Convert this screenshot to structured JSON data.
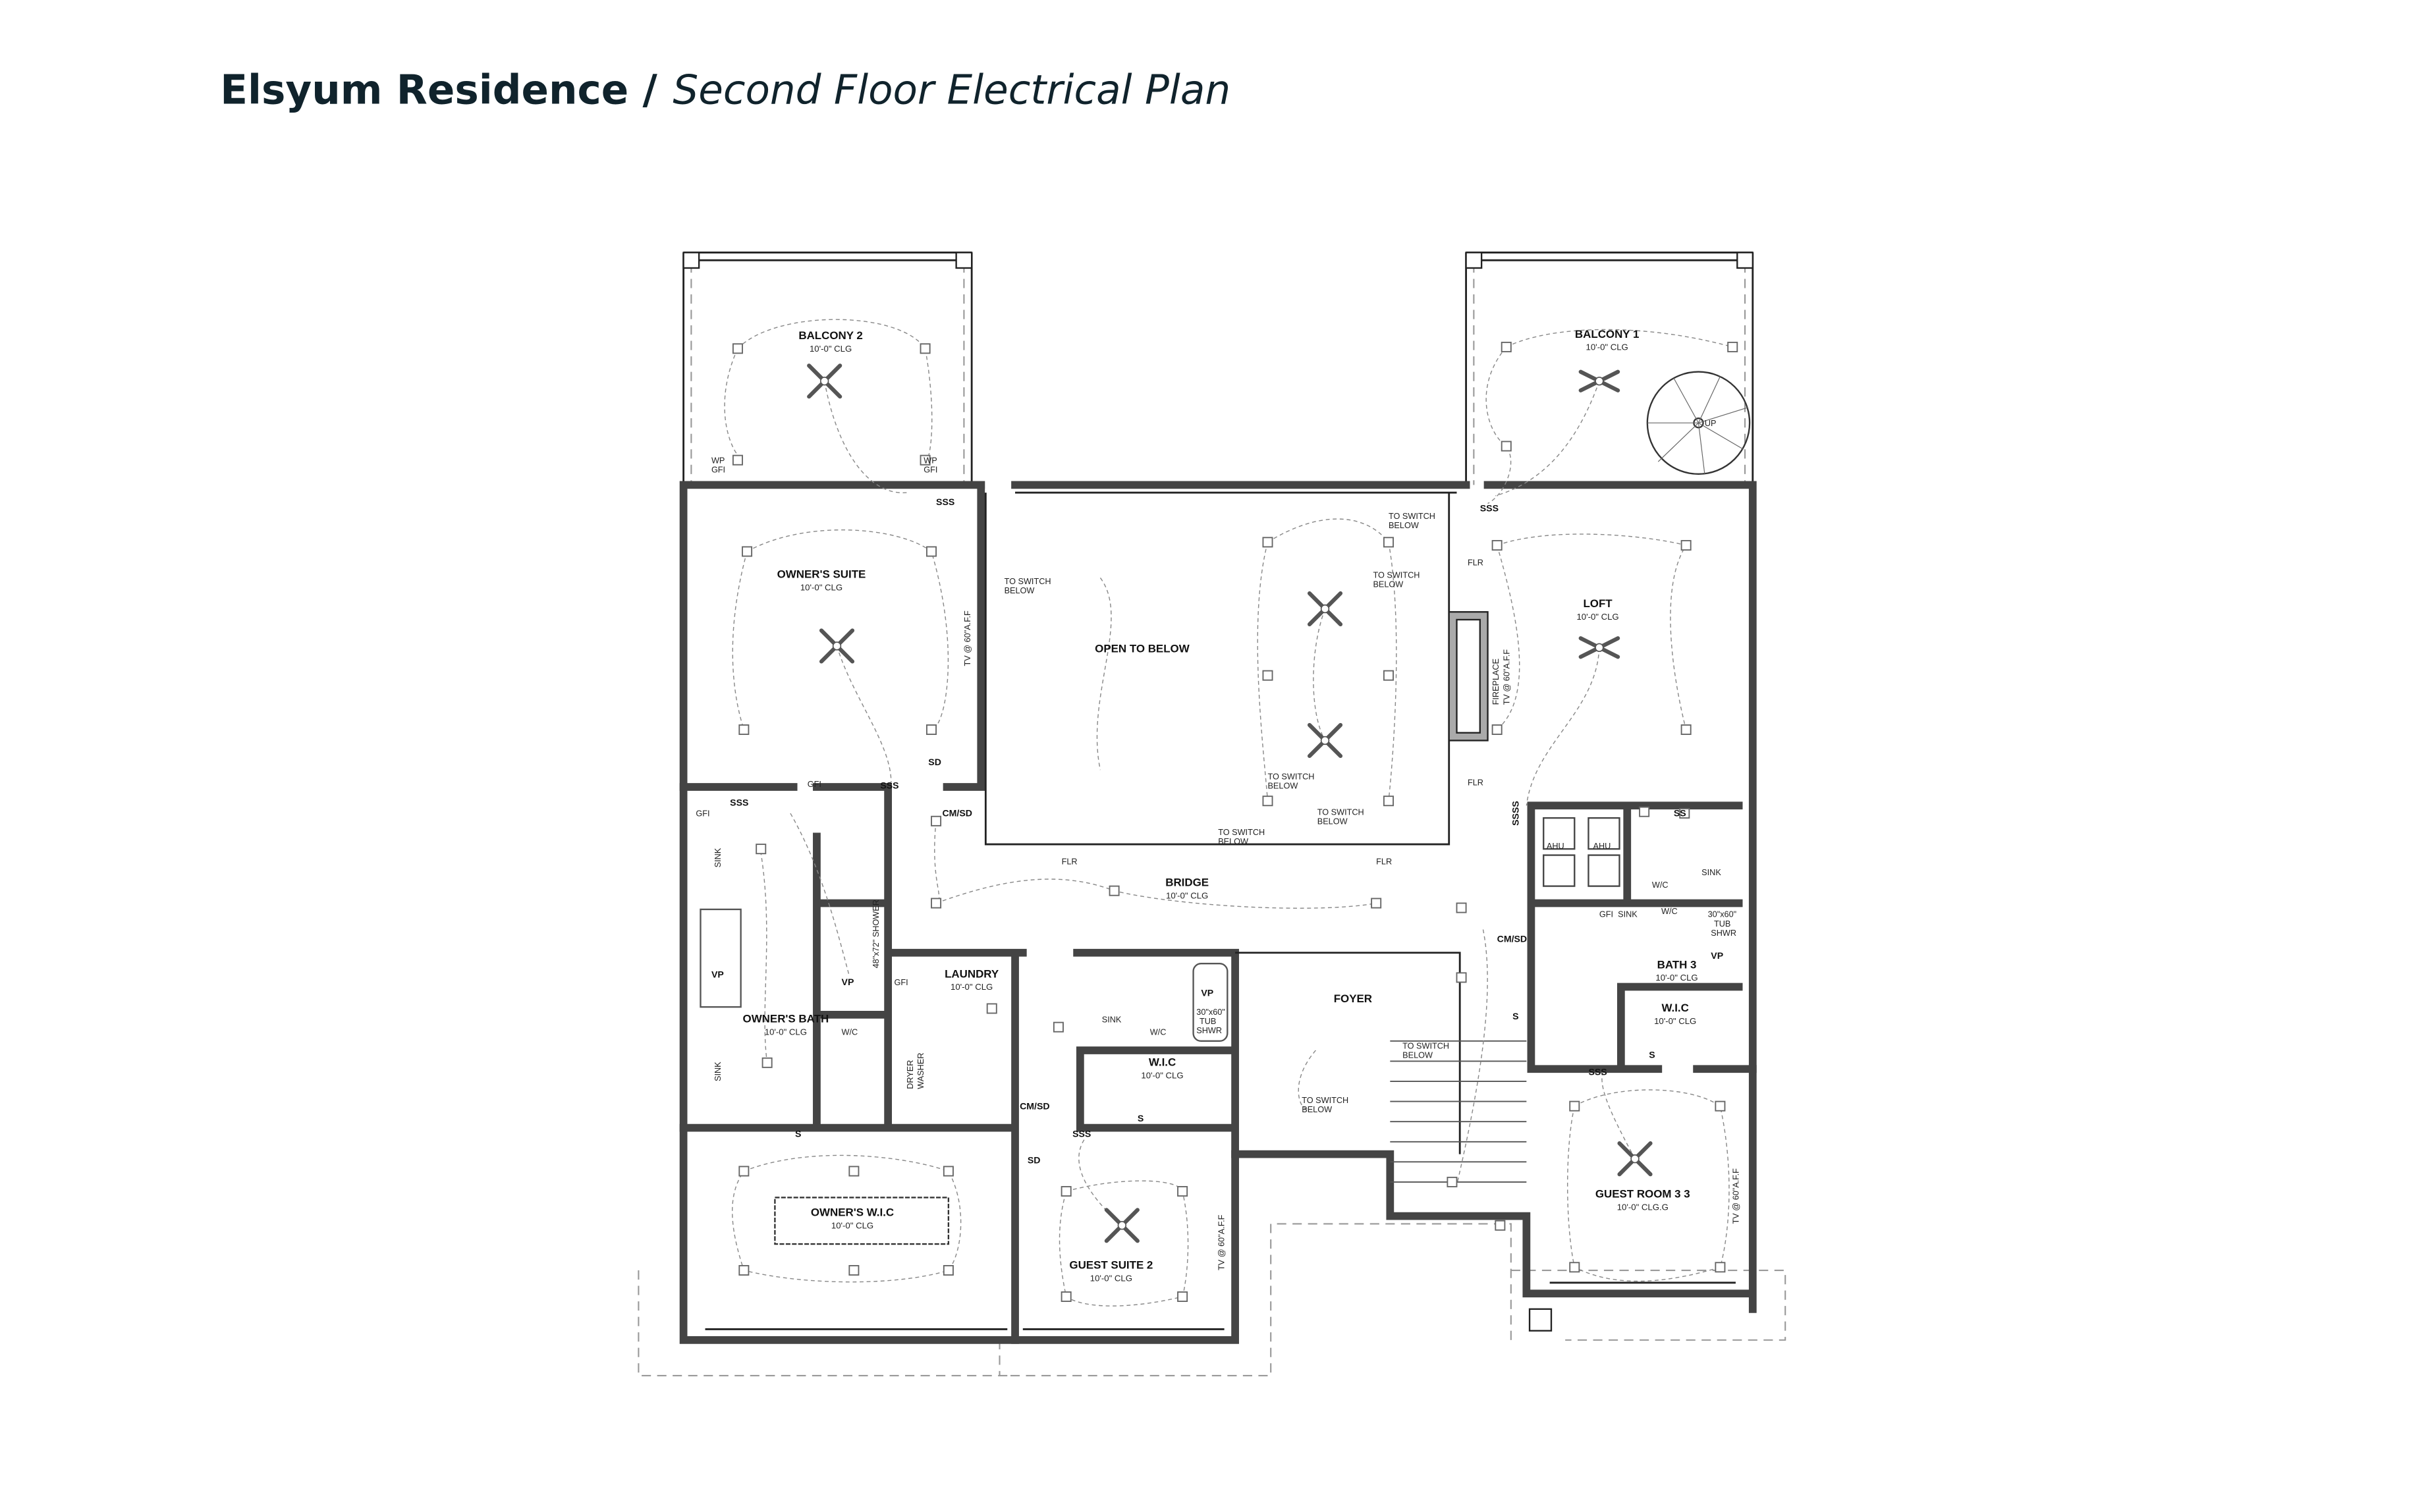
{
  "title": {
    "project": "Elsyum Residence /",
    "subtitle": "Second Floor Electrical Plan"
  },
  "rooms": {
    "balcony2": {
      "name": "BALCONY 2",
      "clg": "10'-0\" CLG"
    },
    "balcony1": {
      "name": "BALCONY  1",
      "clg": "10'-0\" CLG"
    },
    "owners_suite": {
      "name": "OWNER'S SUITE",
      "clg": "10'-0\" CLG"
    },
    "open_to_below": {
      "name": "OPEN TO BELOW"
    },
    "loft": {
      "name": "LOFT",
      "clg": "10'-0\" CLG"
    },
    "bridge": {
      "name": "BRIDGE",
      "clg": "10'-0\" CLG"
    },
    "owners_bath": {
      "name": "OWNER'S BATH",
      "clg": "10'-0\" CLG"
    },
    "laundry": {
      "name": "LAUNDRY",
      "clg": "10'-0\" CLG"
    },
    "foyer": {
      "name": "FOYER"
    },
    "bath3": {
      "name": "BATH 3",
      "clg": "10'-0\" CLG"
    },
    "wic_right": {
      "name": "W.I.C",
      "clg": "10'-0\" CLG"
    },
    "wic_mid": {
      "name": "W.I.C",
      "clg": "10'-0\" CLG"
    },
    "owners_wic": {
      "name": "OWNER'S W.I.C",
      "clg": "10'-0\" CLG"
    },
    "guest_suite2": {
      "name": "GUEST SUITE 2",
      "clg": "10'-0\" CLG"
    },
    "guest_room3": {
      "name": "GUEST ROOM 3 3",
      "clg": "10'-0\" CLG.G"
    }
  },
  "notes": {
    "to_switch": "TO SWITCH",
    "below": "BELOW",
    "flr": "FLR",
    "sss": "SSS",
    "ssss": "SSSS",
    "ss": "SS",
    "s": "S",
    "gfi": "GFI",
    "wp": "WP",
    "sd": "SD",
    "cmsd": "CM/SD",
    "vp": "VP",
    "wc": "W/C",
    "sink": "SINK",
    "ahu": "AHU",
    "dryer": "DRYER",
    "washer": "WASHER",
    "shower": "48\"x72\" SHOWER",
    "tub1": "30\"x60\"",
    "tub2": "TUB",
    "tub3": "SHWR",
    "tv": "TV @ 60\"A.F.F",
    "fireplace": "FIREPLACE",
    "up": "UP"
  }
}
